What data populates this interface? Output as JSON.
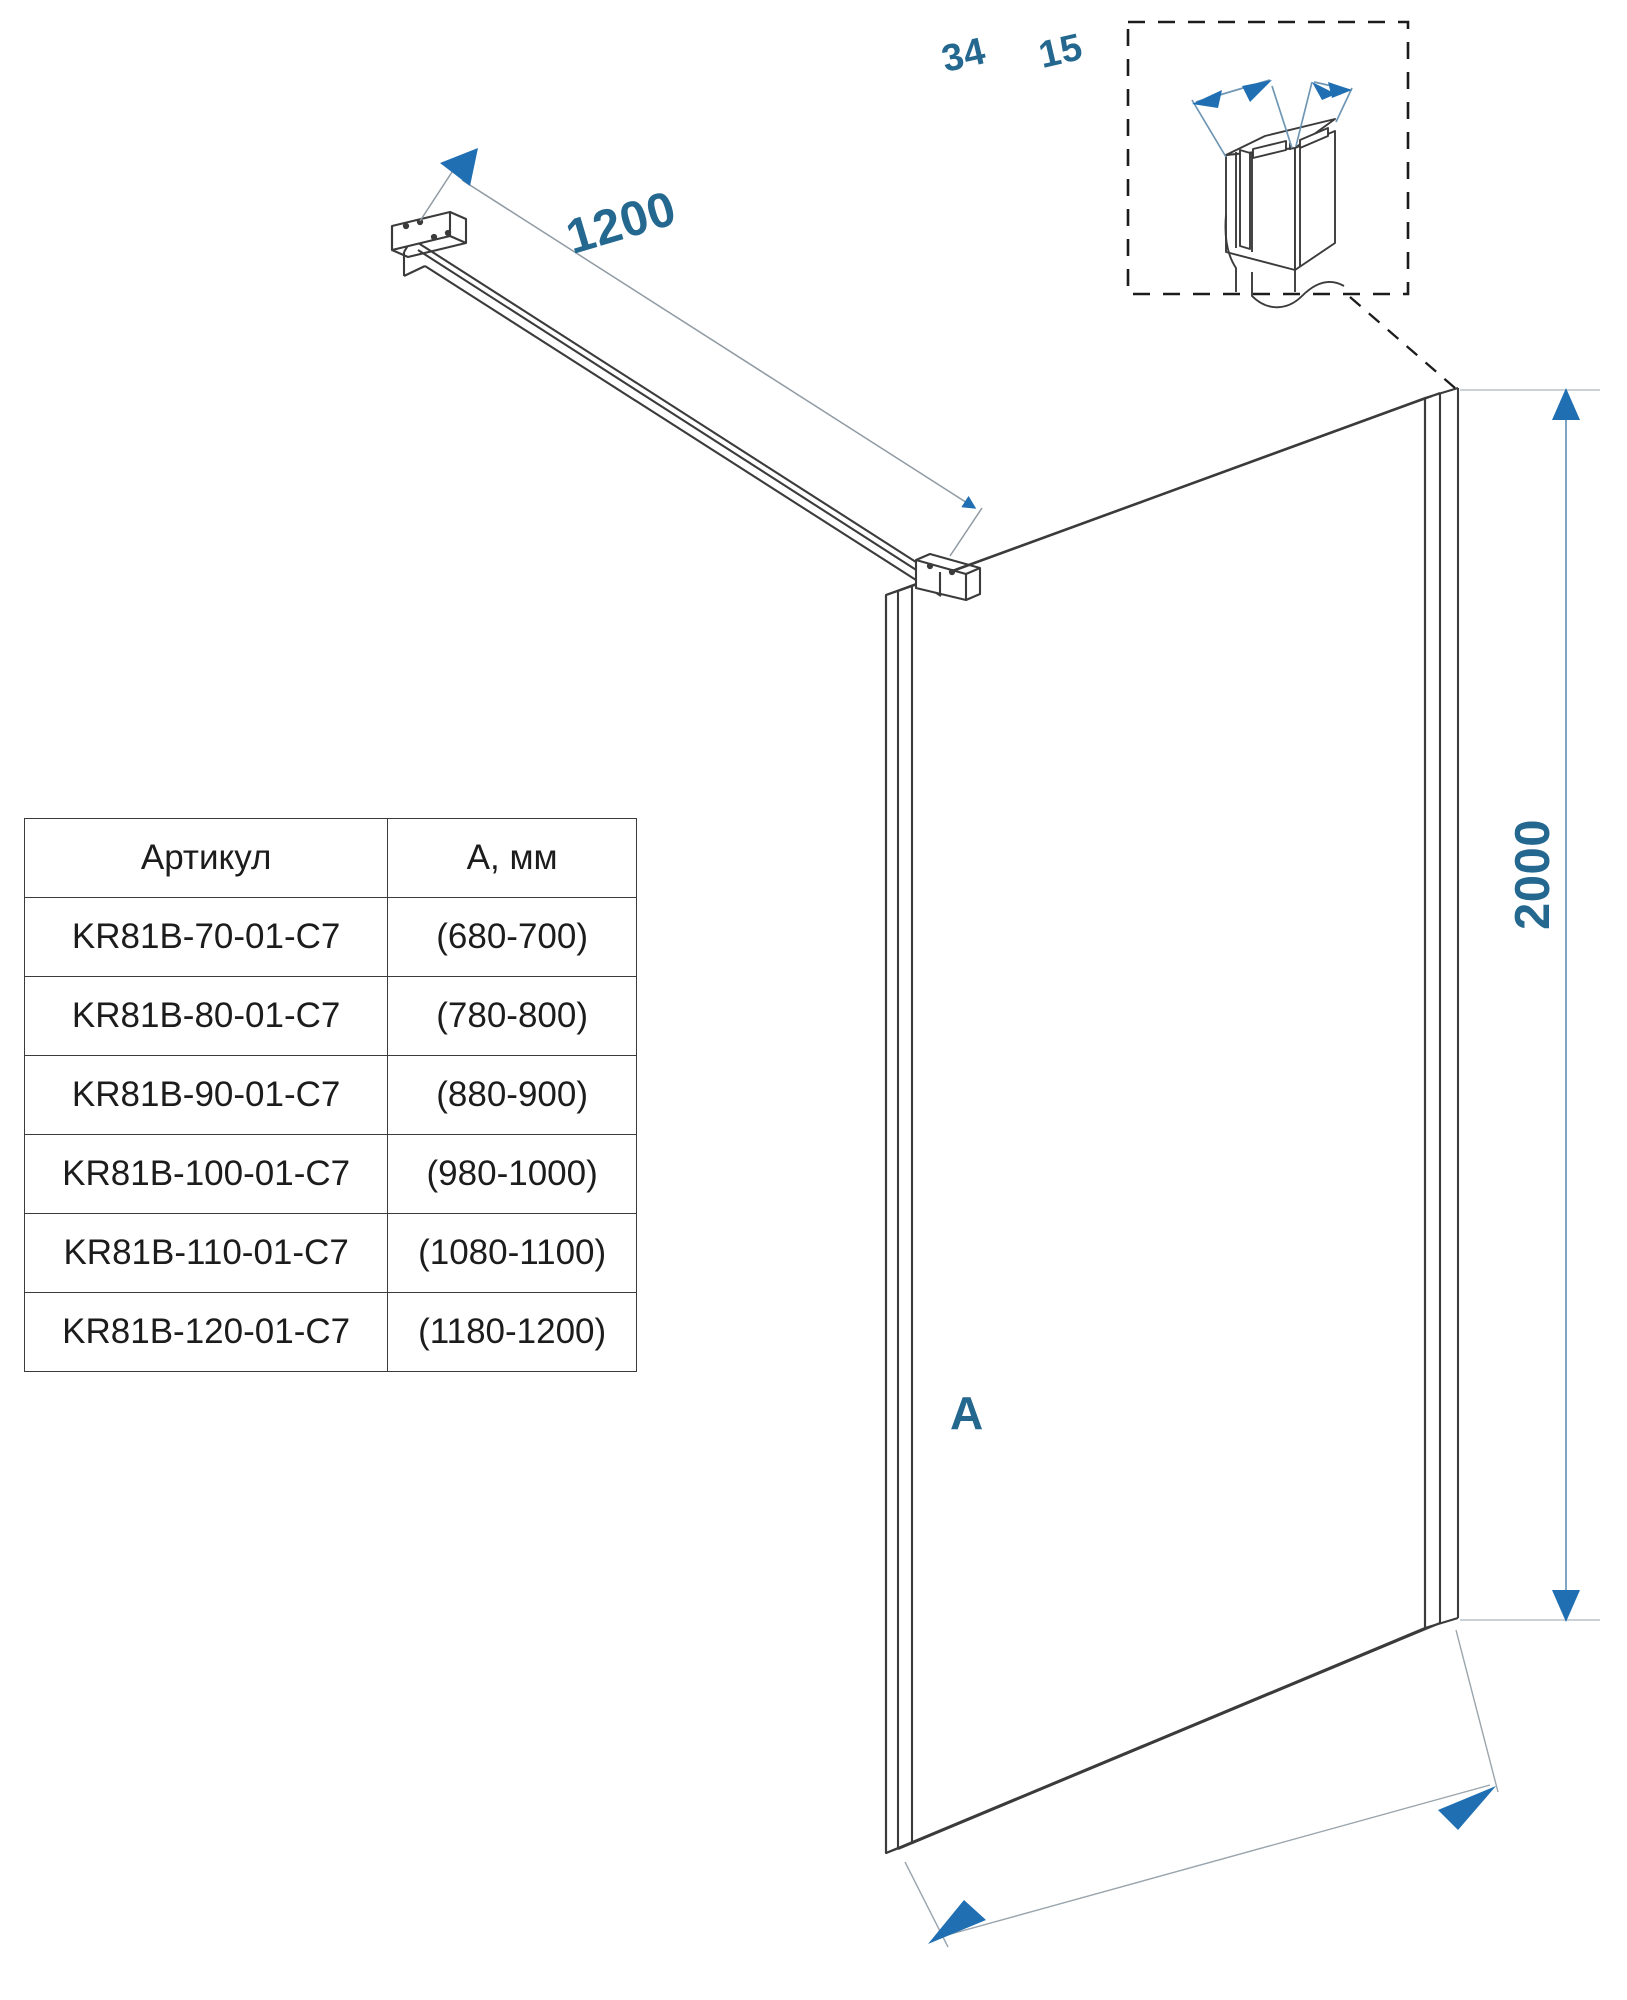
{
  "drawing": {
    "type": "technical-drawing",
    "subject": "walk-in shower screen with stabilizing bar",
    "dimensions": {
      "bar_length": "1200",
      "panel_height": "2000",
      "panel_width_symbol": "A",
      "profile_depth": "34",
      "profile_width": "15"
    },
    "colors": {
      "dimension": "#24688f",
      "arrow": "#1f6fb2",
      "line": "#3b3b3b",
      "background": "#ffffff"
    }
  },
  "detail_inset": {
    "label_34": "34",
    "label_15": "15",
    "border_style": "dashed"
  },
  "table": {
    "headers": {
      "article": "Артикул",
      "size": "А, мм"
    },
    "rows": [
      {
        "article": "KR81B-70-01-C7",
        "size": "(680-700)"
      },
      {
        "article": "KR81B-80-01-C7",
        "size": "(780-800)"
      },
      {
        "article": "KR81B-90-01-C7",
        "size": "(880-900)"
      },
      {
        "article": "KR81B-100-01-C7",
        "size": "(980-1000)"
      },
      {
        "article": "KR81B-110-01-C7",
        "size": "(1080-1100)"
      },
      {
        "article": "KR81B-120-01-C7",
        "size": "(1180-1200)"
      }
    ]
  }
}
